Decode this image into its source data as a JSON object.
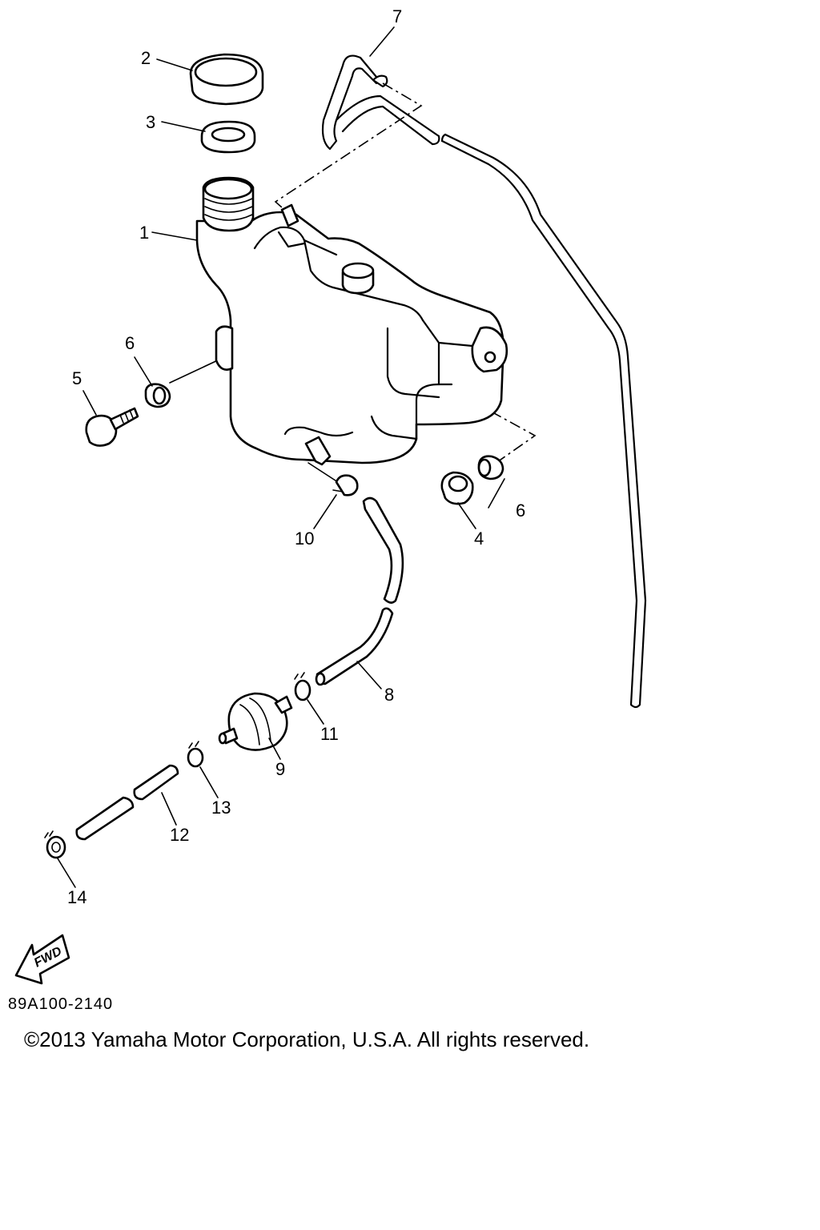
{
  "diagram": {
    "callouts": [
      {
        "id": "c1",
        "label": "1"
      },
      {
        "id": "c2",
        "label": "2"
      },
      {
        "id": "c3",
        "label": "3"
      },
      {
        "id": "c4",
        "label": "4"
      },
      {
        "id": "c5",
        "label": "5"
      },
      {
        "id": "c6a",
        "label": "6"
      },
      {
        "id": "c6b",
        "label": "6"
      },
      {
        "id": "c7",
        "label": "7"
      },
      {
        "id": "c8",
        "label": "8"
      },
      {
        "id": "c9",
        "label": "9"
      },
      {
        "id": "c10",
        "label": "10"
      },
      {
        "id": "c11",
        "label": "11"
      },
      {
        "id": "c12",
        "label": "12"
      },
      {
        "id": "c13",
        "label": "13"
      },
      {
        "id": "c14",
        "label": "14"
      }
    ],
    "fwd_label": "FWD",
    "drawing_code": "89A100-2140",
    "copyright": "©2013 Yamaha Motor Corporation, U.S.A. All rights reserved."
  }
}
